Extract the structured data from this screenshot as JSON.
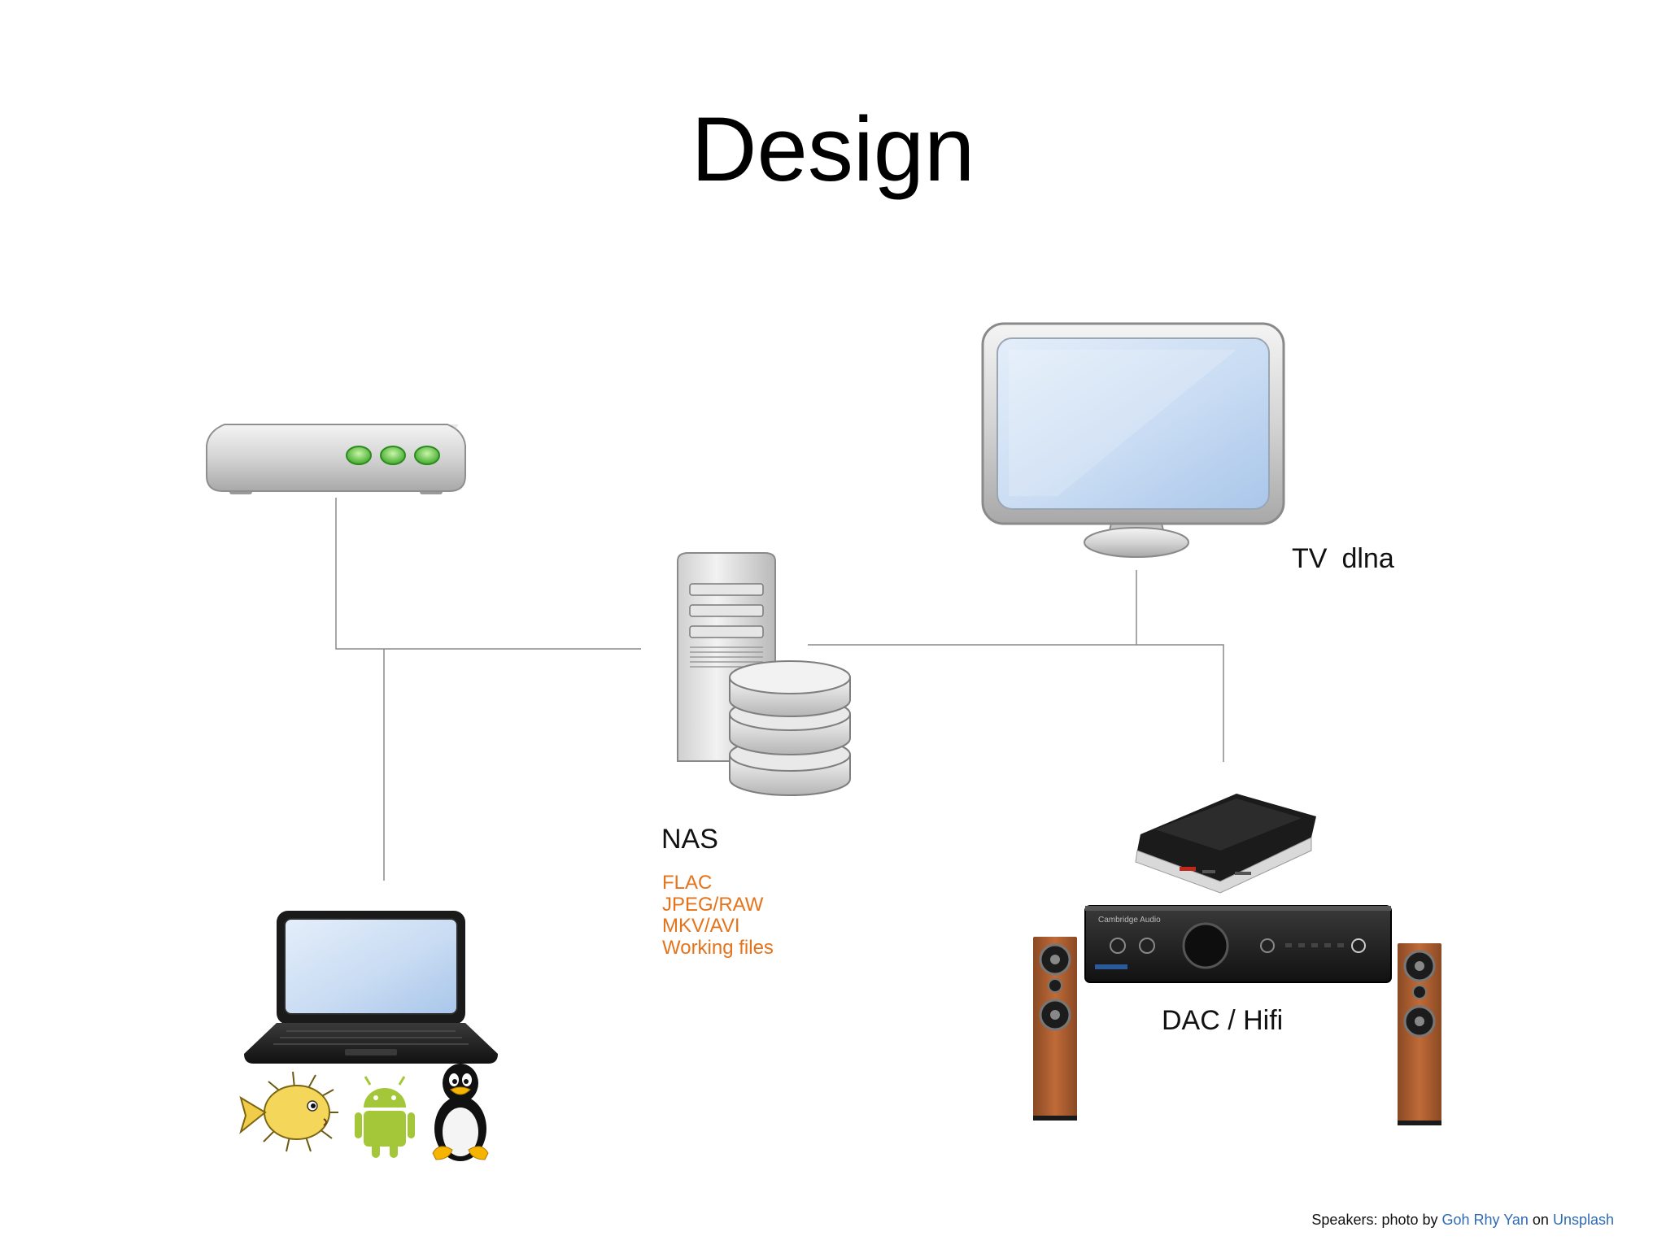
{
  "title": "Design",
  "nas": {
    "label": "NAS",
    "formats": [
      "FLAC",
      "JPEG/RAW",
      "MKV/AVI",
      "Working files"
    ]
  },
  "tv": {
    "label": "TV",
    "protocol": "dlna"
  },
  "dac": {
    "label": "DAC / Hifi"
  },
  "credit": {
    "prefix": "Speakers: photo by ",
    "author": "Goh Rhy Yan",
    "middle": " on ",
    "site": "Unsplash"
  },
  "colors": {
    "format_text": "#e5731a",
    "link": "#2f6bb3",
    "router_led": "#5bc83a",
    "screen": "#c9dcf3"
  },
  "icons": [
    "router-icon",
    "nas-server-icon",
    "database-icon",
    "tv-monitor-icon",
    "laptop-icon",
    "pufferfish-icon",
    "android-icon",
    "tux-penguin-icon",
    "media-player-icon",
    "amplifier-icon",
    "speaker-icon"
  ]
}
